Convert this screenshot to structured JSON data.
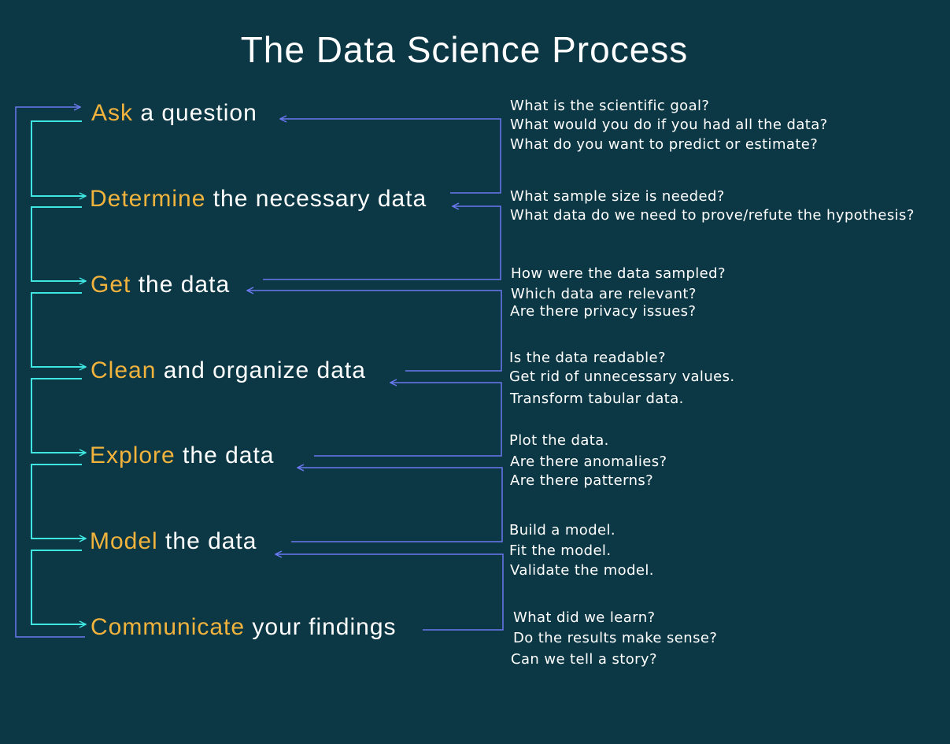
{
  "title": "The Data Science Process",
  "colors": {
    "background": "#0c3845",
    "keyword": "#f2b33d",
    "text": "#ffffff",
    "cyan_connector": "#3fe6e0",
    "blue_connector": "#6b78f0"
  },
  "steps": [
    {
      "keyword": "Ask",
      "rest": " a question",
      "questions": [
        "What is the scientific goal?",
        "What would you do if you had all the data?",
        "What do you want to predict or estimate?"
      ]
    },
    {
      "keyword": "Determine",
      "rest": " the necessary data",
      "questions": [
        "What sample size is needed?",
        "What data do we need to prove/refute the hypothesis?"
      ]
    },
    {
      "keyword": "Get",
      "rest": " the data",
      "questions": [
        "How were the data sampled?",
        "Which data are relevant?",
        "Are there privacy issues?"
      ]
    },
    {
      "keyword": "Clean",
      "rest": " and organize data",
      "questions": [
        "Is the data readable?",
        "Get rid of unnecessary values.",
        "Transform tabular data."
      ]
    },
    {
      "keyword": "Explore",
      "rest": " the data",
      "questions": [
        "Plot the data.",
        "Are there anomalies?",
        "Are there patterns?"
      ]
    },
    {
      "keyword": "Model",
      "rest": " the data",
      "questions": [
        "Build a model.",
        "Fit the model.",
        "Validate the model."
      ]
    },
    {
      "keyword": "Communicate",
      "rest": " your findings",
      "questions": [
        "What did we learn?",
        "Do the results make sense?",
        "Can we tell a story?"
      ]
    }
  ]
}
